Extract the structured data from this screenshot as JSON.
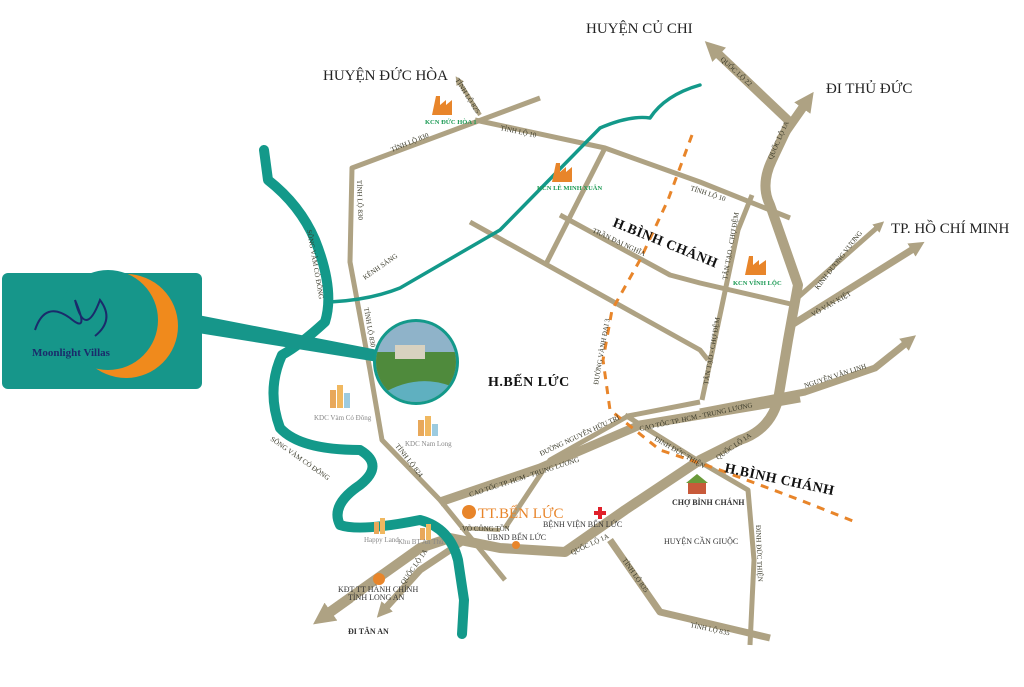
{
  "brand": {
    "name": "Moonlight Villas",
    "panel_color": "#16968a",
    "moon_color": "#f08a1c",
    "text_color": "#1a2b6b"
  },
  "colors": {
    "road": "#aea283",
    "river": "#13998a",
    "ring_road": "#e8852a",
    "marker": "#e8852a",
    "hospital": "#e0202a"
  },
  "destinations": {
    "cu_chi": "HUYỆN CỦ CHI",
    "duc_hoa": "HUYỆN ĐỨC HÒA",
    "thu_duc": "ĐI THỦ ĐỨC",
    "hcm": "TP. HỒ CHÍ MINH",
    "tan_an": "ĐI TÂN AN"
  },
  "regions": {
    "binh_chanh_1": "H.BÌNH CHÁNH",
    "binh_chanh_2": "H.BÌNH CHÁNH",
    "ben_luc": "H.BẾN LỨC",
    "can_giuoc": "HUYỆN CẦN GIUỘC"
  },
  "roads": {
    "ql22": "QUỐC LỘ 22",
    "ql1a_n": "QUỐC LỘ 1A",
    "tl825": "TỈNH LỘ 825",
    "tl830_a": "TỈNH LỘ 830",
    "tl830_b": "TỈNH LỘ 830",
    "tl830_c": "TỈNH LỘ 830",
    "tl10_a": "TỈNH LỘ 10",
    "tl10_b": "TỈNH LỘ 10",
    "tran_dai_nghia": "TRẦN ĐẠI NGHĨA",
    "tan_tao_1": "TÂN TẠO - CHỢ ĐỆM",
    "tan_tao_2": "TÂN TẠO - CHỢ ĐỆM",
    "kinh_duong_vuong": "KINH DƯƠNG VƯƠNG",
    "vo_van_kiet": "VÕ VĂN KIỆT",
    "nguyen_van_linh": "NGUYỄN VĂN LINH",
    "vanh_dai_3": "ĐƯỜNG VÀNH ĐAI 3",
    "cao_toc_1": "CAO TỐC TP. HCM - TRUNG LƯƠNG",
    "cao_toc_2": "CAO TỐC TP. HCM - TRUNG LƯƠNG",
    "nguyen_huu_tri": "ĐƯỜNG NGUYỄN HỮU TRÍ",
    "dinh_duc_thien_1": "ĐINH ĐỨC THIỆN",
    "dinh_duc_thien_2": "ĐINH ĐỨC THIỆN",
    "ql1a_s1": "QUỐC LỘ 1A",
    "ql1a_s2": "QUỐC LỘ 1A",
    "ql1a_s3": "QUỐC LỘ 1A",
    "tl824": "TỈNH LỘ 824",
    "tl835_a": "TỈNH LỘ 835",
    "tl835_b": "TỈNH LỘ 835",
    "vo_cong_ton": "VÕ CÔNG TỒN"
  },
  "rivers": {
    "vam_co_1": "SÔNG VÀM CỎ ĐÔNG",
    "vam_co_2": "SÔNG VÀM CỎ ĐÔNG",
    "kenh_sang": "KÊNH SÁNG"
  },
  "industrial": {
    "duc_hoa": "KCN ĐỨC HÒA 1",
    "le_minh_xuan": "KCN LÊ MINH XUÂN",
    "vinh_loc": "KCN VĨNH LỘC"
  },
  "residential": {
    "vam_co": "KDC Vàm Cỏ Đông",
    "nam_long": "KDC Nam Long",
    "happy_land": "Happy Land",
    "an_thu": "Khu BT An Thủ"
  },
  "places": {
    "tt_ben_luc": "TT.BẾN LỨC",
    "benh_vien": "BỆNH VIỆN BẾN LỨC",
    "ubnd": "UBND BẾN LỨC",
    "kdt_line1": "KĐT TT HÀNH CHÍNH",
    "kdt_line2": "TỈNH LONG AN",
    "cho_binh_chanh": "CHỢ BÌNH CHÁNH"
  }
}
